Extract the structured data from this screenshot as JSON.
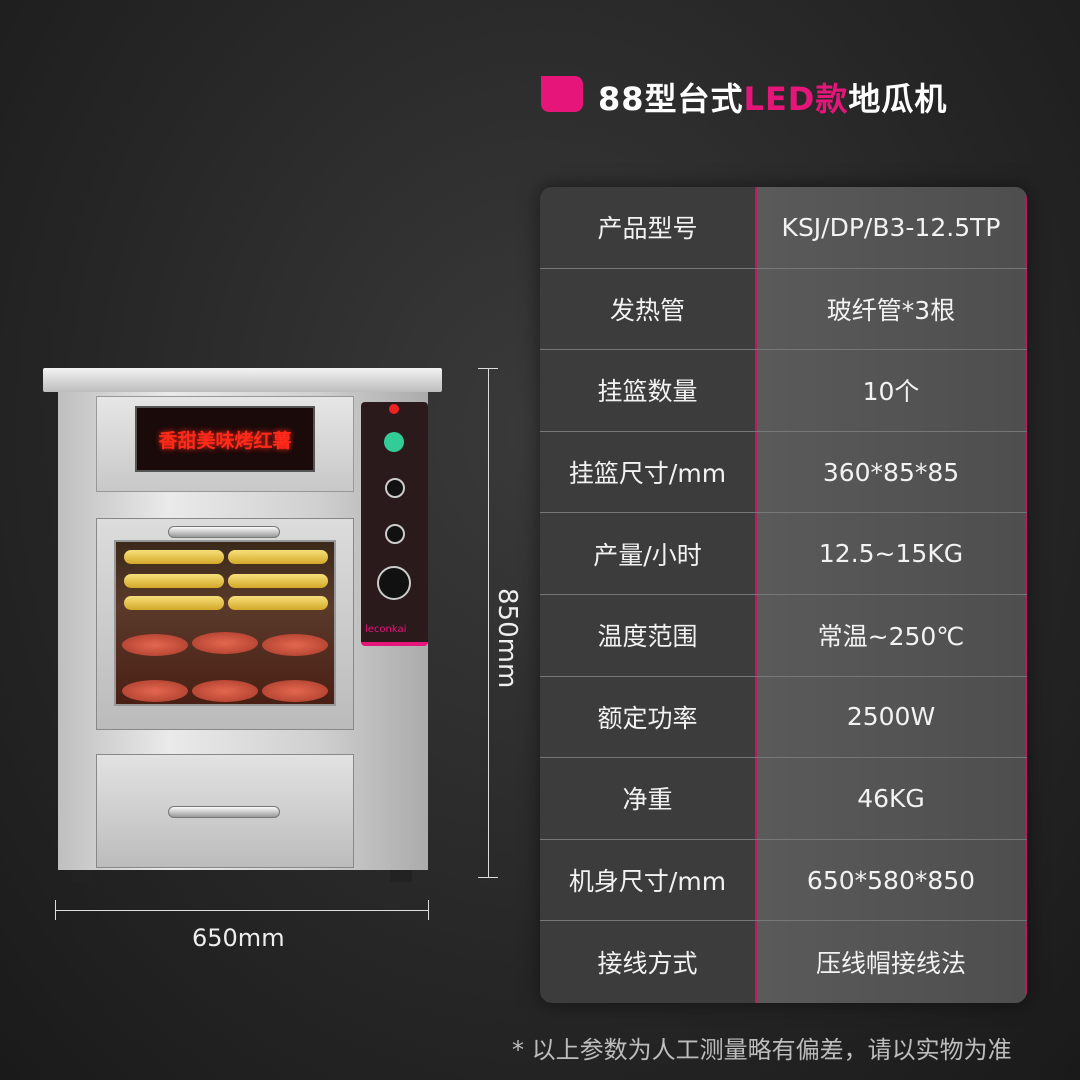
{
  "header": {
    "title_prefix": "88型台式",
    "title_highlight": "LED款",
    "title_suffix": "地瓜机",
    "accent": "#e5157a"
  },
  "product": {
    "led_text": "香甜美味烤红薯",
    "brand": "leconkai",
    "height_dim": "850mm",
    "width_dim": "650mm"
  },
  "specs": [
    {
      "label": "产品型号",
      "value": "KSJ/DP/B3-12.5TP"
    },
    {
      "label": "发热管",
      "value": "玻纤管*3根"
    },
    {
      "label": "挂篮数量",
      "value": "10个"
    },
    {
      "label": "挂篮尺寸/mm",
      "value": "360*85*85"
    },
    {
      "label": "产量/小时",
      "value": "12.5~15KG"
    },
    {
      "label": "温度范围",
      "value": "常温~250℃"
    },
    {
      "label": "额定功率",
      "value": "2500W"
    },
    {
      "label": "净重",
      "value": "46KG"
    },
    {
      "label": "机身尺寸/mm",
      "value": "650*580*850"
    },
    {
      "label": "接线方式",
      "value": "压线帽接线法"
    }
  ],
  "footnote": "* 以上参数为人工测量略有偏差，请以实物为准"
}
